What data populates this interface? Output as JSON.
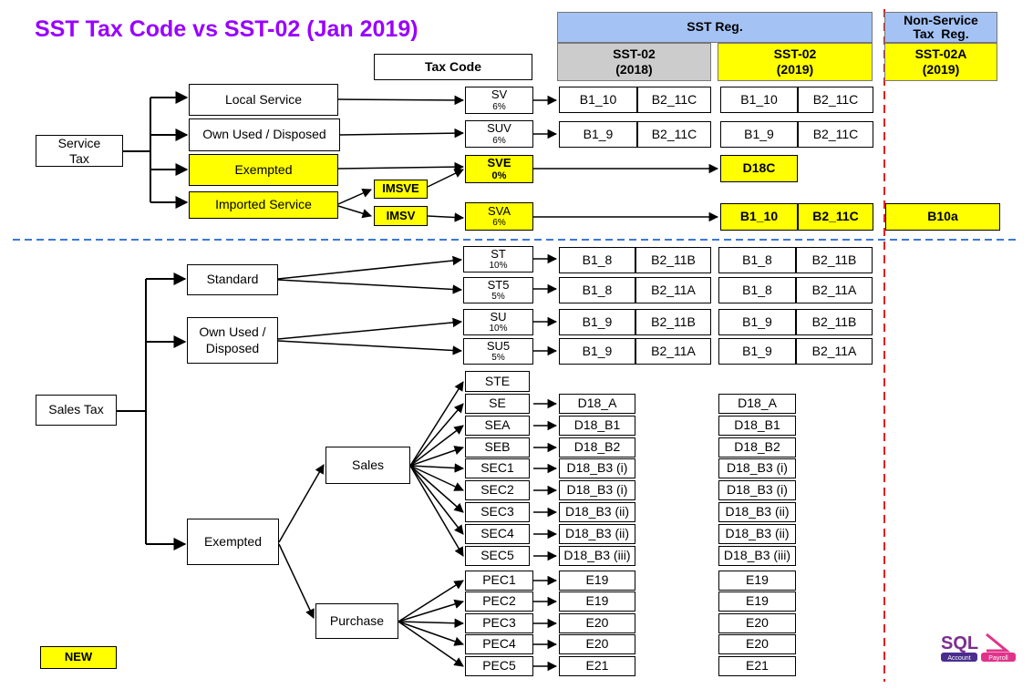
{
  "title": "SST Tax Code vs SST-02 (Jan 2019)",
  "headers": {
    "sst_reg": "SST Reg.",
    "sst02_2018": "SST-02\n(2018)",
    "sst02_2019": "SST-02\n(2019)",
    "non_service": "Non-Service\nTax  Reg.",
    "sst02a_2019": "SST-02A\n(2019)",
    "tax_code": "Tax Code"
  },
  "service": {
    "root": "Service\nTax",
    "local": "Local Service",
    "own_used": "Own Used / Disposed",
    "exempted": "Exempted",
    "imported": "Imported Service",
    "imsve": "IMSVE",
    "imsv": "IMSV",
    "sv": {
      "code": "SV",
      "rate": "6%",
      "c2018": [
        "B1_10",
        "B2_11C"
      ],
      "c2019": [
        "B1_10",
        "B2_11C"
      ]
    },
    "suv": {
      "code": "SUV",
      "rate": "6%",
      "c2018": [
        "B1_9",
        "B2_11C"
      ],
      "c2019": [
        "B1_9",
        "B2_11C"
      ]
    },
    "sve": {
      "code": "SVE",
      "rate": "0%",
      "c2019": "D18C"
    },
    "sva": {
      "code": "SVA",
      "rate": "6%",
      "c2019": [
        "B1_10",
        "B2_11C"
      ],
      "c02a": "B10a"
    }
  },
  "sales": {
    "root": "Sales Tax",
    "standard": "Standard",
    "own_used": "Own Used /\nDisposed",
    "exempted": "Exempted",
    "sales": "Sales",
    "purchase": "Purchase",
    "rated": [
      {
        "code": "ST",
        "rate": "10%",
        "c2018": [
          "B1_8",
          "B2_11B"
        ],
        "c2019": [
          "B1_8",
          "B2_11B"
        ]
      },
      {
        "code": "ST5",
        "rate": "5%",
        "c2018": [
          "B1_8",
          "B2_11A"
        ],
        "c2019": [
          "B1_8",
          "B2_11A"
        ]
      },
      {
        "code": "SU",
        "rate": "10%",
        "c2018": [
          "B1_9",
          "B2_11B"
        ],
        "c2019": [
          "B1_9",
          "B2_11B"
        ]
      },
      {
        "code": "SU5",
        "rate": "5%",
        "c2018": [
          "B1_9",
          "B2_11A"
        ],
        "c2019": [
          "B1_9",
          "B2_11A"
        ]
      }
    ],
    "exempt_sales": [
      {
        "code": "STE",
        "c2018": "",
        "c2019": ""
      },
      {
        "code": "SE",
        "c2018": "D18_A",
        "c2019": "D18_A"
      },
      {
        "code": "SEA",
        "c2018": "D18_B1",
        "c2019": "D18_B1"
      },
      {
        "code": "SEB",
        "c2018": "D18_B2",
        "c2019": "D18_B2"
      },
      {
        "code": "SEC1",
        "c2018": "D18_B3 (i)",
        "c2019": "D18_B3 (i)"
      },
      {
        "code": "SEC2",
        "c2018": "D18_B3 (i)",
        "c2019": "D18_B3 (i)"
      },
      {
        "code": "SEC3",
        "c2018": "D18_B3 (ii)",
        "c2019": "D18_B3 (ii)"
      },
      {
        "code": "SEC4",
        "c2018": "D18_B3 (ii)",
        "c2019": "D18_B3 (ii)"
      },
      {
        "code": "SEC5",
        "c2018": "D18_B3 (iii)",
        "c2019": "D18_B3 (iii)"
      }
    ],
    "purchase_codes": [
      {
        "code": "PEC1",
        "c2018": "E19",
        "c2019": "E19"
      },
      {
        "code": "PEC2",
        "c2018": "E19",
        "c2019": "E19"
      },
      {
        "code": "PEC3",
        "c2018": "E20",
        "c2019": "E20"
      },
      {
        "code": "PEC4",
        "c2018": "E20",
        "c2019": "E20"
      },
      {
        "code": "PEC5",
        "c2018": "E21",
        "c2019": "E21"
      }
    ]
  },
  "legend_new": "NEW",
  "logo": {
    "name": "SQL",
    "sub_left": "Account",
    "sub_right": "Payroll"
  },
  "colors": {
    "title": "#9900ff",
    "highlight": "#ffff00",
    "header_blue": "#a4c2f4",
    "header_grey": "#cccccc",
    "divider_blue": "#3c78d8",
    "divider_red": "#e02020"
  }
}
